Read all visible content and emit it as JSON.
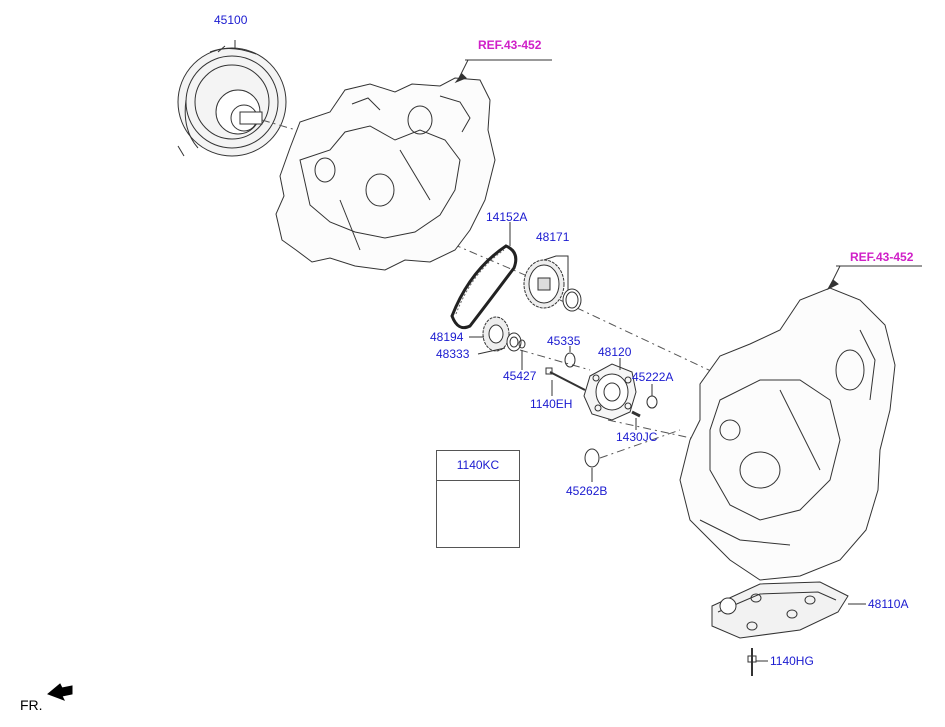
{
  "colors": {
    "part_label": "#1a1ad0",
    "ref_label": "#d020c8",
    "line": "#333333"
  },
  "references": [
    {
      "id": "ref-top",
      "text": "REF.43-452"
    },
    {
      "id": "ref-right",
      "text": "REF.43-452"
    }
  ],
  "parts": {
    "p45100": "45100",
    "p14152A": "14152A",
    "p48171": "48171",
    "p48194": "48194",
    "p48333": "48333",
    "p45335": "45335",
    "p48120": "48120",
    "p45427": "45427",
    "p45222A": "45222A",
    "p1140EH": "1140EH",
    "p1430JC": "1430JC",
    "p45262B": "45262B",
    "p48110A": "48110A",
    "p1140HG": "1140HG"
  },
  "legend_box": {
    "title": "1140KC"
  },
  "direction": {
    "text": "FR.",
    "icon": "front-arrow-icon"
  }
}
